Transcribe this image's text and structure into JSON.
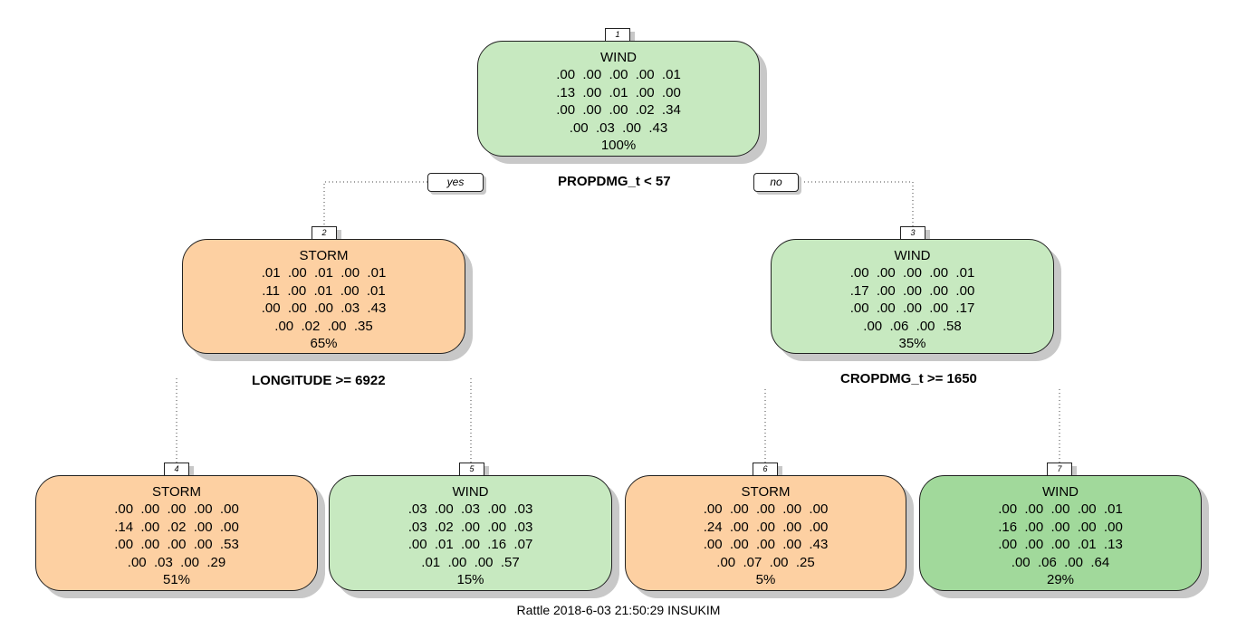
{
  "colors": {
    "green": "#c7e9c0",
    "dark_green": "#a1d99b",
    "orange": "#fdd0a2"
  },
  "nodes": [
    {
      "id": "1",
      "label": "WIND",
      "probs": [
        ".00  .00  .00  .00  .01",
        ".13  .00  .01  .00  .00",
        ".00  .00  .00  .02  .34",
        ".00  .03  .00  .43"
      ],
      "pct": "100%"
    },
    {
      "id": "2",
      "label": "STORM",
      "probs": [
        ".01  .00  .01  .00  .01",
        ".11  .00  .01  .00  .01",
        ".00  .00  .00  .03  .43",
        ".00  .02  .00  .35"
      ],
      "pct": "65%"
    },
    {
      "id": "3",
      "label": "WIND",
      "probs": [
        ".00  .00  .00  .00  .01",
        ".17  .00  .00  .00  .00",
        ".00  .00  .00  .00  .17",
        ".00  .06  .00  .58"
      ],
      "pct": "35%"
    },
    {
      "id": "4",
      "label": "STORM",
      "probs": [
        ".00  .00  .00  .00  .00",
        ".14  .00  .02  .00  .00",
        ".00  .00  .00  .00  .53",
        ".00  .03  .00  .29"
      ],
      "pct": "51%"
    },
    {
      "id": "5",
      "label": "WIND",
      "probs": [
        ".03  .00  .03  .00  .03",
        ".03  .02  .00  .00  .03",
        ".00  .01  .00  .16  .07",
        ".01  .00  .00  .57"
      ],
      "pct": "15%"
    },
    {
      "id": "6",
      "label": "STORM",
      "probs": [
        ".00  .00  .00  .00  .00",
        ".24  .00  .00  .00  .00",
        ".00  .00  .00  .00  .43",
        ".00  .07  .00  .25"
      ],
      "pct": "5%"
    },
    {
      "id": "7",
      "label": "WIND",
      "probs": [
        ".00  .00  .00  .00  .01",
        ".16  .00  .00  .00  .00",
        ".00  .00  .00  .01  .13",
        ".00  .06  .00  .64"
      ],
      "pct": "29%"
    }
  ],
  "splits": {
    "root": "PROPDMG_t < 57",
    "left": "LONGITUDE >= 6922",
    "right": "CROPDMG_t >= 1650"
  },
  "branch_labels": {
    "yes": "yes",
    "no": "no"
  },
  "footer": "Rattle 2018-6-03 21:50:29 INSUKIM"
}
